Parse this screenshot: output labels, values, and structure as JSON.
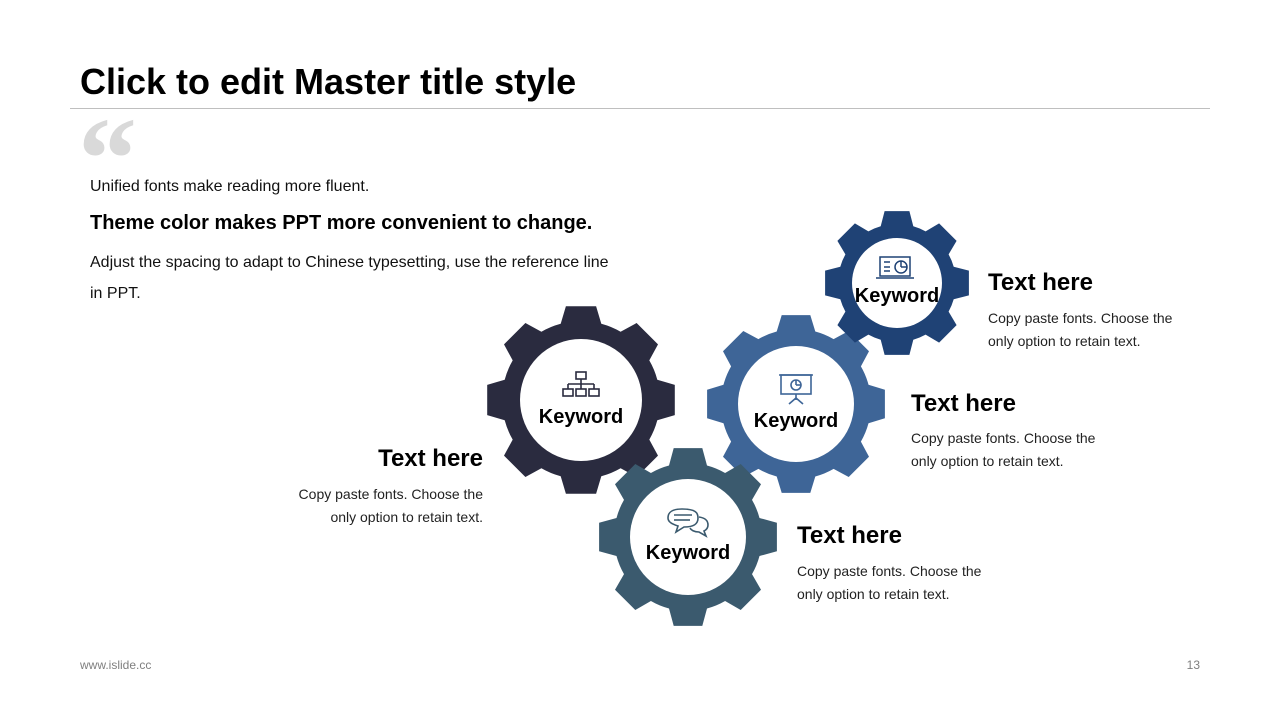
{
  "slide": {
    "title": "Click to edit Master title style",
    "quote_mark": "“",
    "intro": {
      "line1": "Unified fonts make reading more fluent.",
      "line2": "Theme color makes PPT more convenient to change.",
      "line3": "Adjust the spacing to adapt to Chinese typesetting, use the reference line in PPT."
    },
    "footer_url": "www.islide.cc",
    "page_number": "13"
  },
  "gears": [
    {
      "id": "left",
      "label": "Keyword",
      "icon": "org-chart-icon",
      "color": "#2a2b3f"
    },
    {
      "id": "mid",
      "label": "Keyword",
      "icon": "presentation-board-icon",
      "color": "#3e6597"
    },
    {
      "id": "top",
      "label": "Keyword",
      "icon": "dashboard-monitor-icon",
      "color": "#1f4275"
    },
    {
      "id": "bottom",
      "label": "Keyword",
      "icon": "chat-bubbles-icon",
      "color": "#3b5a6e"
    }
  ],
  "blocks": {
    "left": {
      "title": "Text here",
      "body": "Copy paste fonts. Choose the only option to retain text."
    },
    "mid": {
      "title": "Text here",
      "body": "Copy paste fonts. Choose the only option to retain text."
    },
    "top": {
      "title": "Text here",
      "body": "Copy paste fonts. Choose the only option to retain text."
    },
    "bottom": {
      "title": "Text here",
      "body": "Copy paste fonts. Choose the only option to retain text."
    }
  }
}
